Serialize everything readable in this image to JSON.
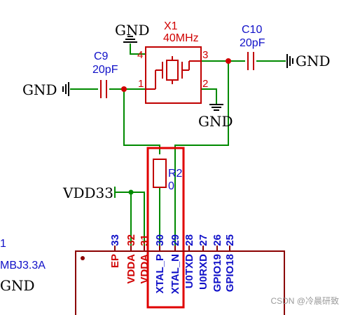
{
  "colors": {
    "wire": "#008a00",
    "component": "#c00000",
    "label_red": "#d00000",
    "label_blue": "#1010c8",
    "pin": "#8b0000",
    "highlight": "#e00000",
    "ground": "#000000",
    "watermark": "#9a9a9a"
  },
  "crystal": {
    "ref": "X1",
    "value": "40MHz",
    "pin1": "1",
    "pin2": "2",
    "pin3": "3",
    "pin4": "4"
  },
  "c9": {
    "ref": "C9",
    "value": "20pF"
  },
  "c10": {
    "ref": "C10",
    "value": "20pF"
  },
  "r2": {
    "ref": "R2",
    "value": "0"
  },
  "nets": {
    "gnd": "GND",
    "vdd33": "VDD33"
  },
  "chip": {
    "partial_left_1": "1",
    "partial_left_2": "MBJ3.3A",
    "partial_left_3": "GND",
    "pins": [
      {
        "num": "33",
        "name": "EP"
      },
      {
        "num": "32",
        "name": "VDDA"
      },
      {
        "num": "31",
        "name": "VDDA"
      },
      {
        "num": "30",
        "name": "XTAL_P"
      },
      {
        "num": "29",
        "name": "XTAL_N"
      },
      {
        "num": "28",
        "name": "U0TXD"
      },
      {
        "num": "27",
        "name": "U0RXD"
      },
      {
        "num": "26",
        "name": "GPIO19"
      },
      {
        "num": "25",
        "name": "GPIO18"
      }
    ]
  },
  "watermark": "CSDN @冷晨研致",
  "icons": {
    "ground": "ground-symbol-icon",
    "junction": "junction-dot-icon",
    "crystal": "crystal-resonator-icon"
  }
}
